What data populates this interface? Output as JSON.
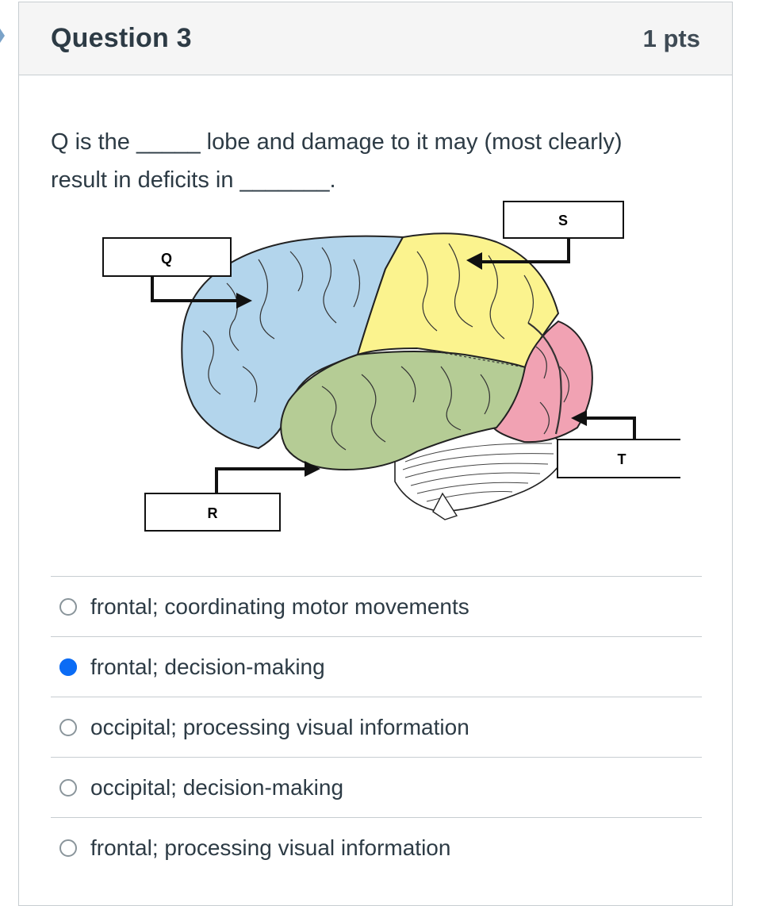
{
  "question": {
    "title": "Question 3",
    "points": "1 pts",
    "prompt_line1": "Q is the _____ lobe and damage to it may (most clearly)",
    "prompt_line2": "result in deficits in _______."
  },
  "figure": {
    "labels": {
      "q": "Q",
      "r": "R",
      "s": "S",
      "t": "T"
    },
    "colors": {
      "frontal": "#b3d5ec",
      "parietal": "#fbf38e",
      "occipital": "#f1a2b3",
      "temporal": "#b5cc95",
      "cerebellum": "#ffffff"
    }
  },
  "answers": [
    {
      "label": "frontal; coordinating motor movements",
      "selected": false
    },
    {
      "label": "frontal; decision-making",
      "selected": true
    },
    {
      "label": "occipital; processing visual information",
      "selected": false
    },
    {
      "label": "occipital; decision-making",
      "selected": false
    },
    {
      "label": "frontal; processing visual information",
      "selected": false
    }
  ],
  "accent_color": "#0b6cf5"
}
